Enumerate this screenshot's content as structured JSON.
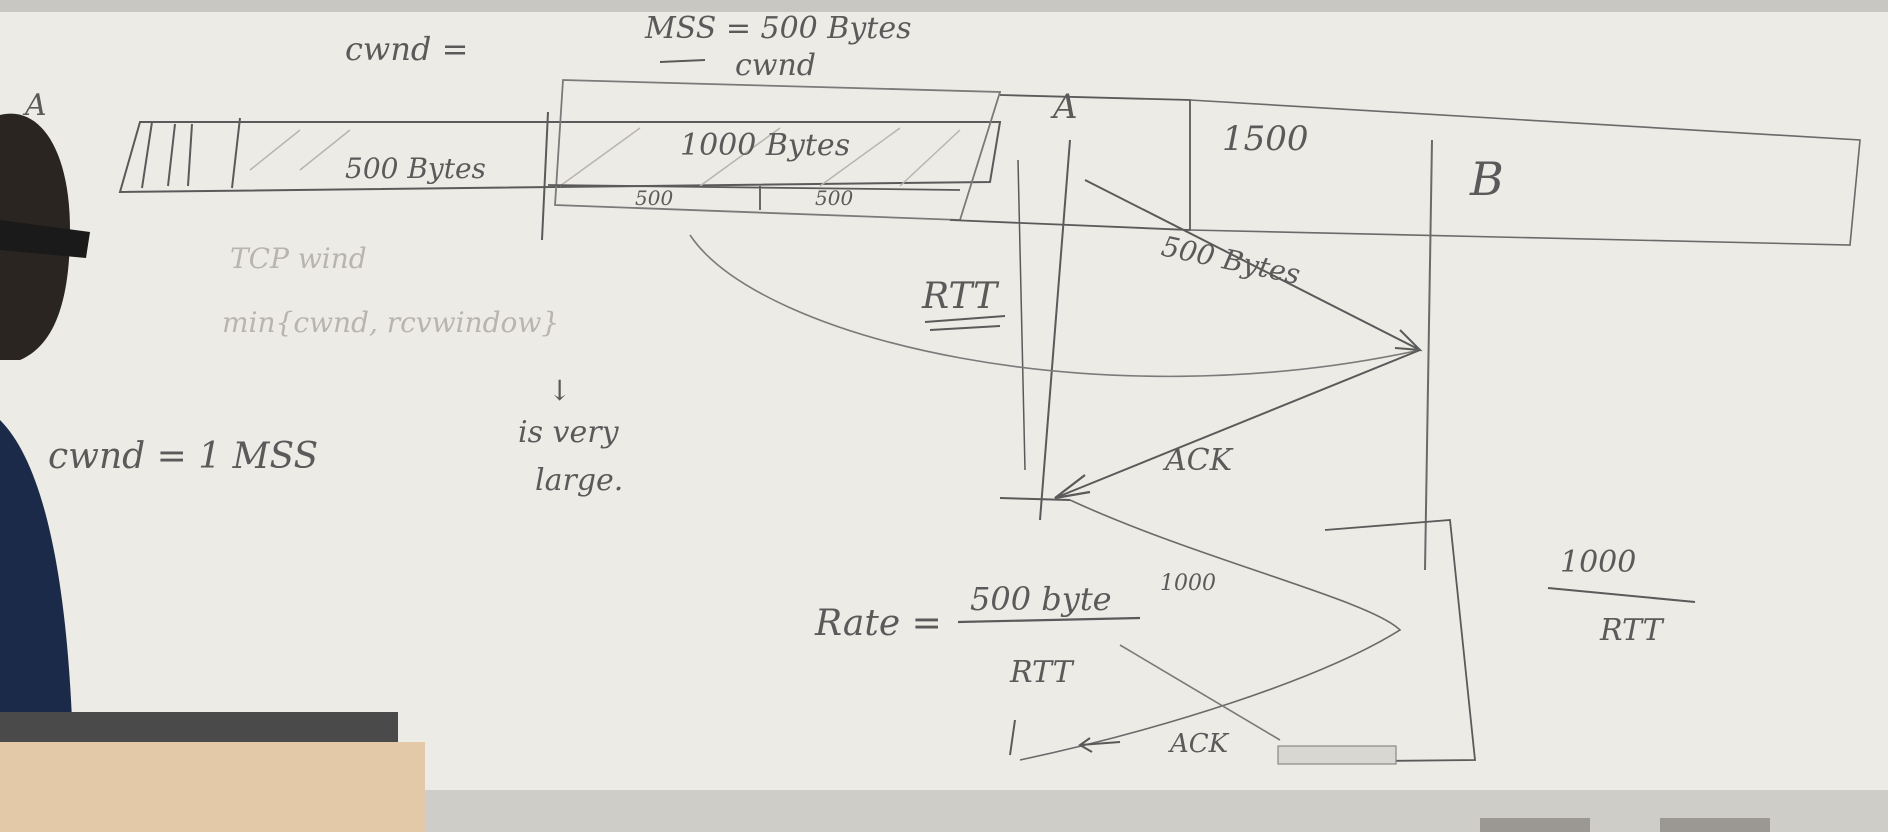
{
  "top_labels": {
    "cwnd_equals": "cwnd =",
    "mss_equals": "MSS = 500 Bytes",
    "cwnd_under": "cwnd"
  },
  "host_a": "A",
  "host_a_left": "A",
  "host_b": "B",
  "buffer": {
    "seg_500": "500 Bytes",
    "seg_1000": "1000 Bytes",
    "sub_left": "500",
    "sub_right": "500"
  },
  "label_1500": "1500",
  "tcp_window": {
    "line1": "TCP wind",
    "line2": "min{cwnd, rcvwindow}"
  },
  "note_large": {
    "arrow": "↓",
    "line1": "is very",
    "line2": "large."
  },
  "cwnd_init": "cwnd = 1 MSS",
  "rtt_label": "RTT",
  "seg_500_bytes": "500 Bytes",
  "ack_1": "ACK",
  "label_1000": "1000",
  "rate": {
    "prefix": "Rate =",
    "numerator": "500 byte",
    "denominator": "RTT"
  },
  "rate2": {
    "numerator": "1000",
    "denominator": "RTT"
  },
  "ack_2": "ACK",
  "colors": {
    "board": "#ecebe6",
    "marker": "#5a5a5a",
    "marker_faint": "#b9b4ad",
    "shirt": "#1c2a4a",
    "lectern": "#e3c9a8"
  }
}
